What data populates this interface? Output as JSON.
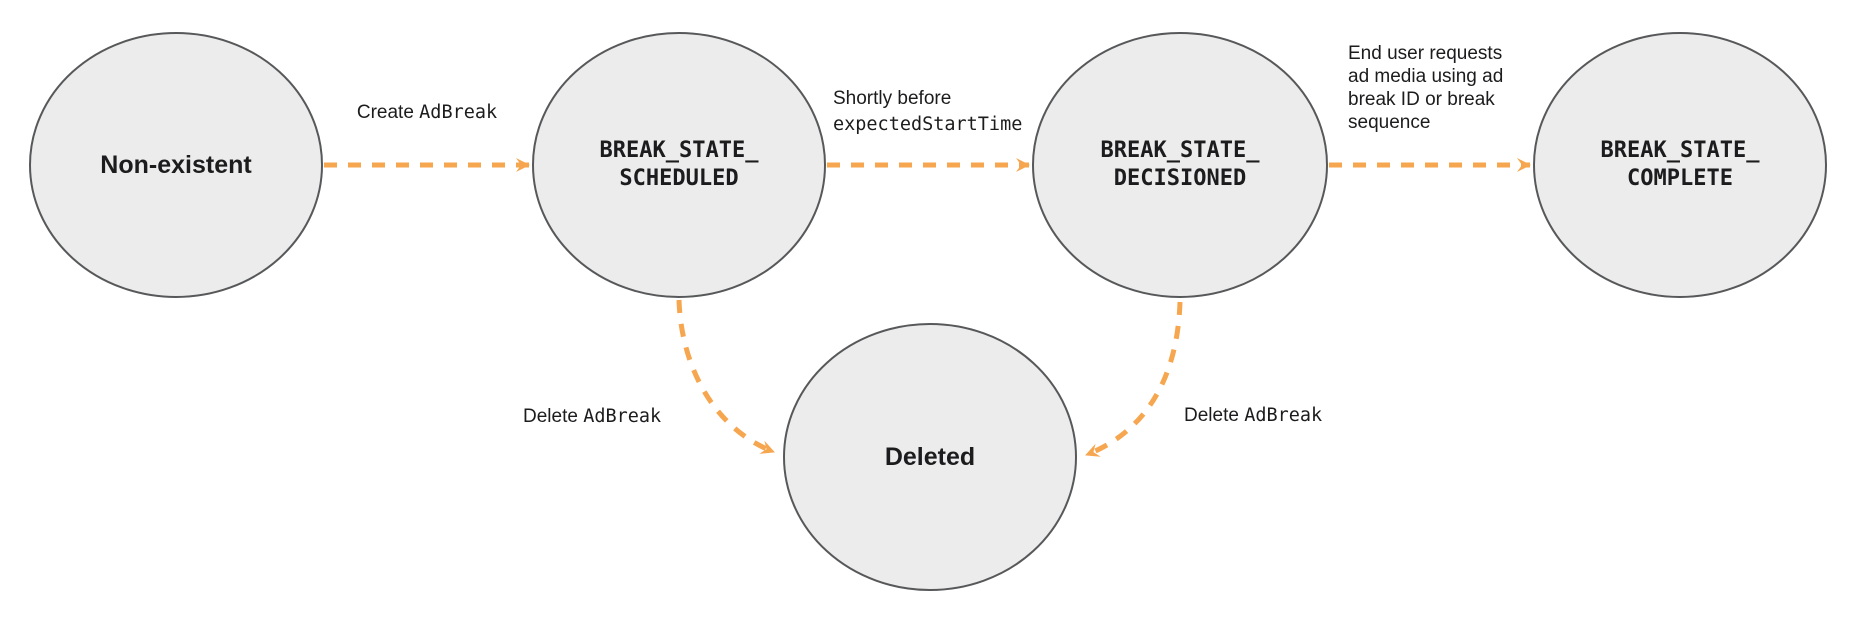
{
  "colors": {
    "arrow": "#F6A64F",
    "circle_fill": "#ECECEC",
    "circle_stroke": "#57585A",
    "text": "#1C1C1E"
  },
  "states": {
    "nonexistent": {
      "label": "Non-existent"
    },
    "scheduled": {
      "line1": "BREAK_STATE_",
      "line2": "SCHEDULED"
    },
    "decisioned": {
      "line1": "BREAK_STATE_",
      "line2": "DECISIONED"
    },
    "complete": {
      "line1": "BREAK_STATE_",
      "line2": "COMPLETE"
    },
    "deleted": {
      "label": "Deleted"
    }
  },
  "transitions": {
    "create": {
      "prefix": "Create ",
      "code": "AdBreak"
    },
    "shortly": {
      "line1": "Shortly before",
      "code": "expectedStartTime"
    },
    "enduser": {
      "line1": "End user requests",
      "line2": "ad media using ad",
      "line3": "break ID or break",
      "line4": "sequence"
    },
    "delete_left": {
      "prefix": "Delete ",
      "code": "AdBreak"
    },
    "delete_right": {
      "prefix": "Delete ",
      "code": "AdBreak"
    }
  }
}
